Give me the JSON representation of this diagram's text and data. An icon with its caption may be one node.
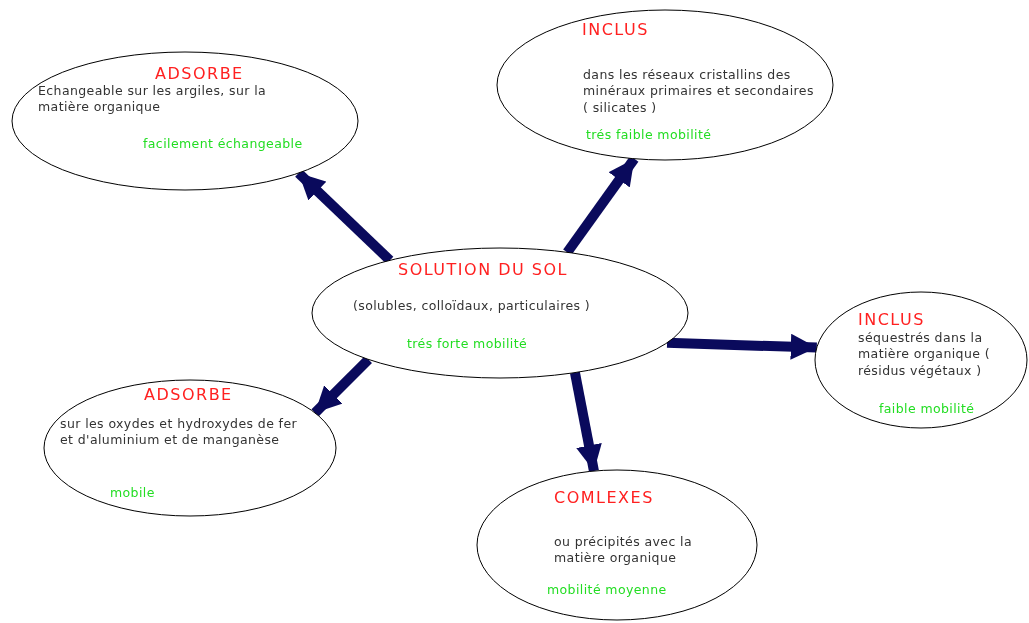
{
  "diagram": {
    "nodes": [
      {
        "text": [
          "SOLUTION DU SOL",
          "(solubles, colloïdaux, particulaires )",
          "trés forte mobilité"
        ]
      },
      {
        "text": [
          "ADSORBE",
          "Echangeable sur les argiles, sur la matière organique",
          "facilement échangeable"
        ]
      },
      {
        "text": [
          "INCLUS",
          "dans les réseaux cristallins des minéraux primaires et secondaires ( silicates )",
          "trés faible mobilité"
        ]
      },
      {
        "text": [
          "INCLUS",
          "séquestrés dans la matière organique ( résidus végétaux )",
          "faible mobilité"
        ]
      },
      {
        "text": [
          "ADSORBE",
          "sur les oxydes et hydroxydes de fer et d'aluminium et de manganèse",
          "mobile"
        ]
      },
      {
        "text": [
          "COMLEXES",
          "ou précipités avec la matière organique",
          "mobilité moyenne"
        ]
      }
    ],
    "edges": [
      {
        "from": 0,
        "to": 1,
        "arrow": "to"
      },
      {
        "from": 0,
        "to": 2,
        "arrow": "to"
      },
      {
        "from": 0,
        "to": 3,
        "arrow": "to"
      },
      {
        "from": 0,
        "to": 4,
        "arrow": "to"
      },
      {
        "from": 0,
        "to": 5,
        "arrow": "to"
      }
    ]
  }
}
